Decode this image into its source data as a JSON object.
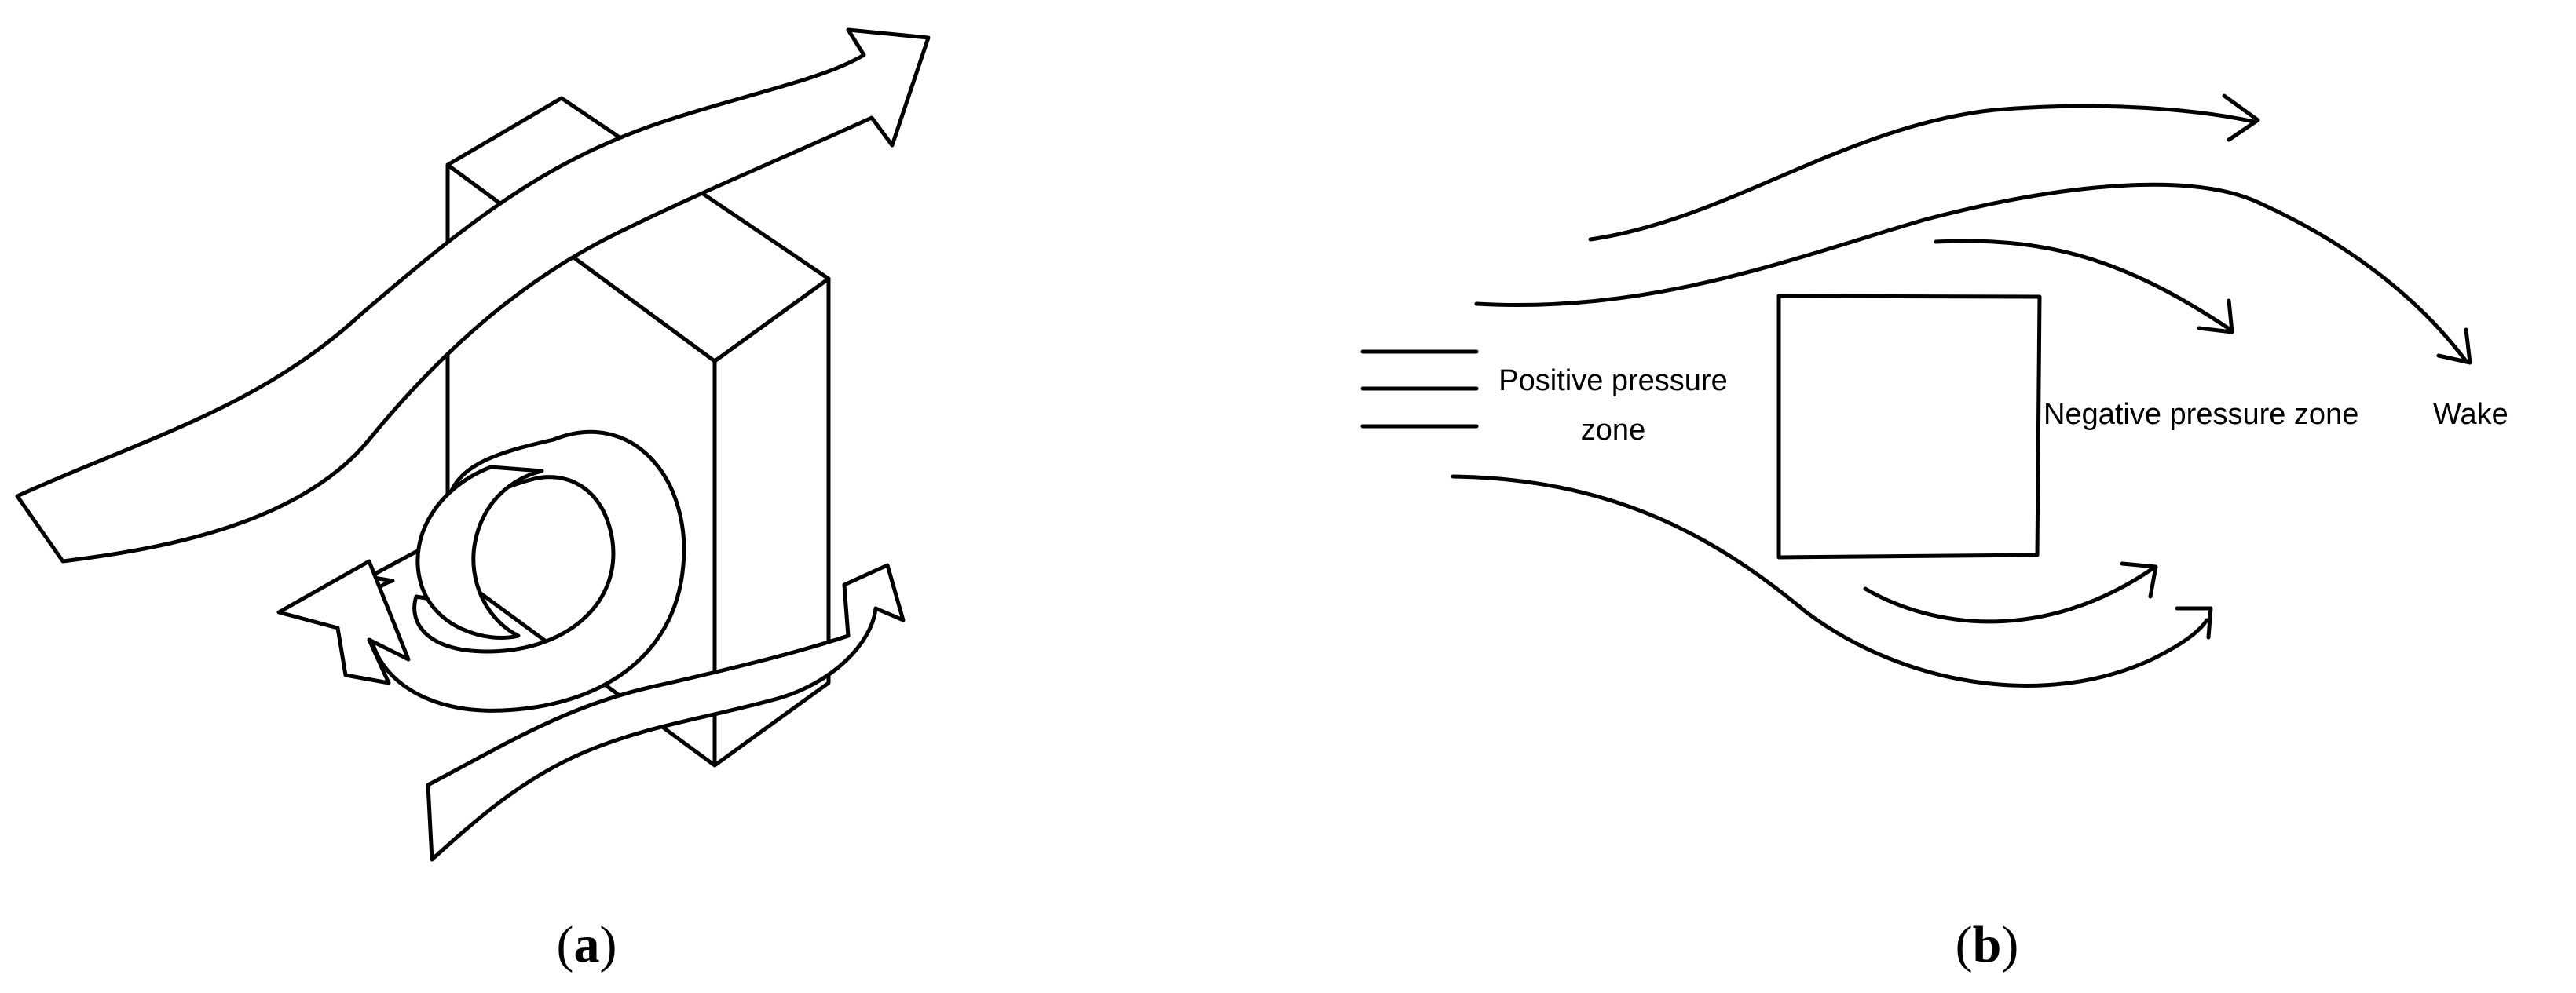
{
  "panel_a": {
    "caption_open": "(",
    "caption_letter": "a",
    "caption_close": ")"
  },
  "panel_b": {
    "caption_open": "(",
    "caption_letter": "b",
    "caption_close": ")",
    "labels": {
      "positive_line1": "Positive pressure",
      "positive_line2": "zone",
      "negative": "Negative pressure zone",
      "wake": "Wake"
    }
  }
}
